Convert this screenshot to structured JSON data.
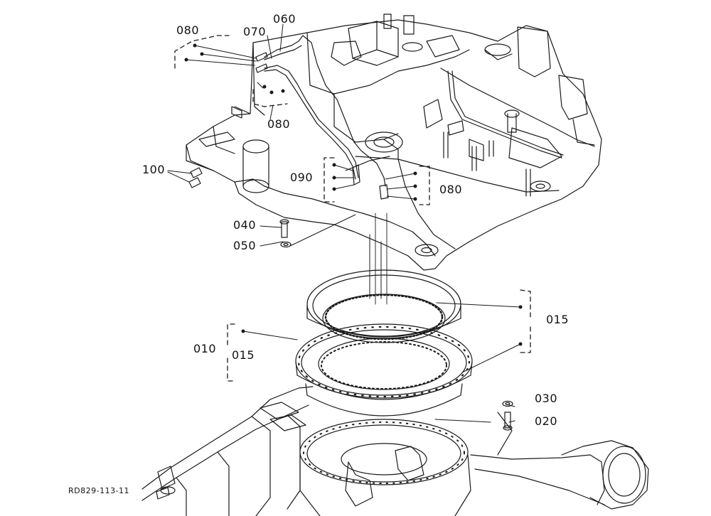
{
  "diagram": {
    "drawing_code": "RD829-113-11",
    "callouts": [
      {
        "id": "c080a",
        "text": "080"
      },
      {
        "id": "c070",
        "text": "070"
      },
      {
        "id": "c060",
        "text": "060"
      },
      {
        "id": "c080b",
        "text": "080"
      },
      {
        "id": "c100",
        "text": "100"
      },
      {
        "id": "c090",
        "text": "090"
      },
      {
        "id": "c080c",
        "text": "080"
      },
      {
        "id": "c040",
        "text": "040"
      },
      {
        "id": "c050",
        "text": "050"
      },
      {
        "id": "c015a",
        "text": "015"
      },
      {
        "id": "c010",
        "text": "010"
      },
      {
        "id": "c015b",
        "text": "015"
      },
      {
        "id": "c030",
        "text": "030"
      },
      {
        "id": "c020",
        "text": "020"
      }
    ]
  }
}
